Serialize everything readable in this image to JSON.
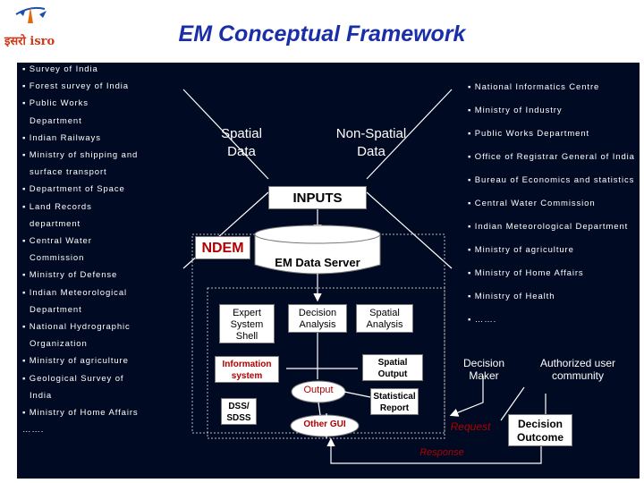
{
  "title": "EM Conceptual Framework",
  "logo": {
    "text": "इसरो isro"
  },
  "left_sources": [
    "▪ Survey of India",
    "▪ Forest survey of India",
    "▪ Public Works",
    "Department",
    "▪ Indian Railways",
    "▪ Ministry of shipping and",
    "surface transport",
    "▪ Department of Space",
    "▪ Land Records",
    "department",
    "▪ Central Water",
    "Commission",
    "▪ Ministry of Defense",
    "▪ Indian Meteorological",
    "Department",
    "▪ National Hydrographic",
    "Organization",
    "▪ Ministry of agriculture",
    "▪ Geological Survey of",
    "India",
    "▪ Ministry of Home Affairs",
    "……."
  ],
  "right_sources": [
    "▪ National Informatics Centre",
    "▪ Ministry of Industry",
    "▪ Public Works Department",
    "▪ Office of Registrar General of India",
    "▪ Bureau of Economics and statistics",
    "▪ Central Water Commission",
    "▪ Indian Meteorological Department",
    "▪ Ministry of agriculture",
    "▪ Ministry of Home Affairs",
    "▪ Ministry of Health",
    "▪ ……."
  ],
  "spatial_data": "Spatial Data",
  "non_spatial_data": "Non-Spatial Data",
  "inputs": "INPUTS",
  "ndem": "NDEM",
  "em_data_server": "EM Data Server",
  "expert_system_shell": "Expert System Shell",
  "decision_analysis": "Decision Analysis",
  "spatial_analysis": "Spatial Analysis",
  "information_system": "Information system",
  "spatial_output": "Spatial Output",
  "dss_sdss": "DSS/ SDSS",
  "output": "Output",
  "statistical_report": "Statistical Report",
  "other_gui": "Other GUI",
  "decision_maker": "Decision Maker",
  "authorized_user_community": "Authorized user community",
  "request": "Request",
  "decision_outcome": "Decision Outcome",
  "response": "Response",
  "colors": {
    "panel": "#000a22",
    "title": "#1a2ea8",
    "accent_red": "#b00000"
  }
}
